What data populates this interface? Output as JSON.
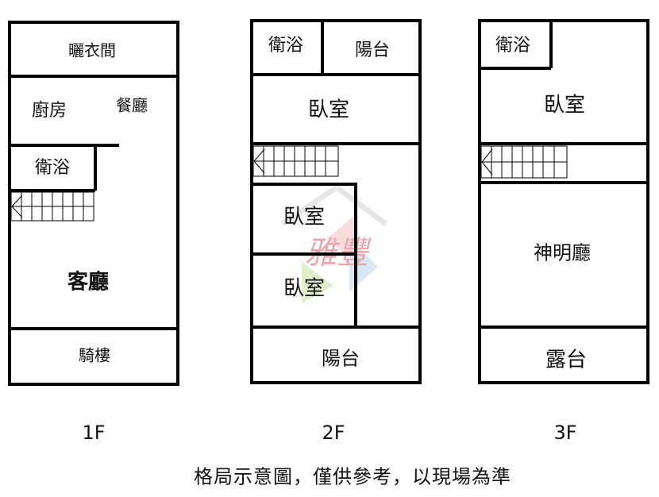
{
  "floors": {
    "f1": {
      "name": "1F",
      "rooms": {
        "closet": "曬衣間",
        "kitchen": "廚房",
        "dining": "餐廳",
        "bath": "衛浴",
        "living": "客廳",
        "arcade": "騎樓"
      }
    },
    "f2": {
      "name": "2F",
      "rooms": {
        "bath": "衛浴",
        "balcony_top": "陽台",
        "bedroom_main": "臥室",
        "bedroom_a": "臥室",
        "bedroom_b": "臥室",
        "balcony_bottom": "陽台"
      }
    },
    "f3": {
      "name": "3F",
      "rooms": {
        "bath": "衛浴",
        "bedroom": "臥室",
        "shrine_hall": "神明廳",
        "terrace": "露台"
      }
    }
  },
  "watermark": "雅豐",
  "caption": "格局示意圖，僅供參考，以現場為準",
  "colors": {
    "wall": "#000000",
    "watermark_red": "#d43a4a",
    "watermark_green": "#7fc24a",
    "watermark_blue": "#5aa0d8"
  }
}
